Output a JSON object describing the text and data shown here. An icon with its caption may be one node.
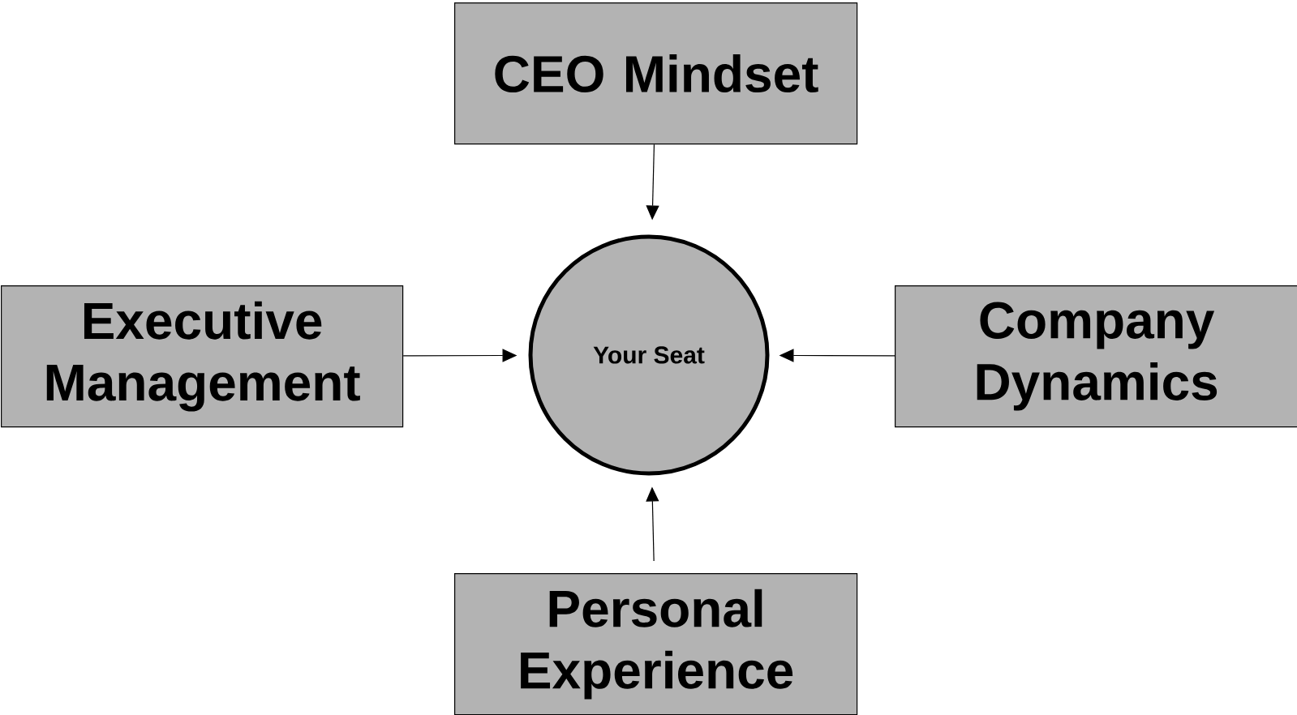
{
  "diagram": {
    "nodes": [
      {
        "text": [
          "CEO Mindset"
        ]
      },
      {
        "text": [
          "Executive Management"
        ]
      },
      {
        "text": [
          "Your Seat"
        ]
      },
      {
        "text": [
          "Company Dynamics"
        ]
      },
      {
        "text": [
          "Personal Experience"
        ]
      }
    ],
    "edges": [
      {
        "from": 0,
        "to": 2,
        "arrow": "to"
      },
      {
        "from": 1,
        "to": 2,
        "arrow": "to"
      },
      {
        "from": 3,
        "to": 2,
        "arrow": "to"
      },
      {
        "from": 4,
        "to": 2,
        "arrow": "to"
      }
    ]
  }
}
